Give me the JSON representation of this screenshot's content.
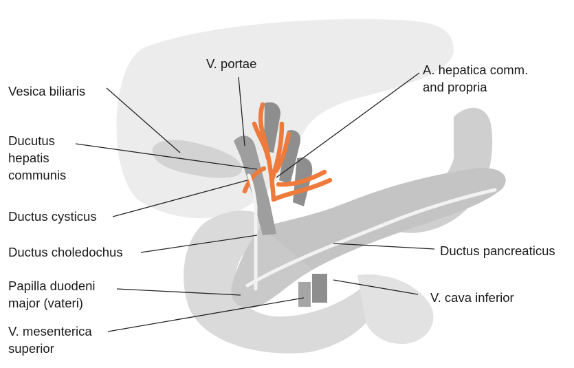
{
  "labels": {
    "v_portae": "V. portae",
    "a_hepatica_line1": "A. hepatica comm.",
    "a_hepatica_line2": "and propria",
    "vesica_biliaris": "Vesica biliaris",
    "ductus_hepatis_line1": "Ducutus",
    "ductus_hepatis_line2": "hepatis",
    "ductus_hepatis_line3": "communis",
    "ductus_cysticus": "Ductus cysticus",
    "ductus_choledochus": "Ductus choledochus",
    "ductus_pancreaticus": "Ductus pancreaticus",
    "papilla_line1": "Papilla duodeni",
    "papilla_line2": "major (vateri)",
    "v_cava_inferior": "V. cava inferior",
    "v_mesenterica_line1": "V. mesenterica",
    "v_mesenterica_line2": "superior"
  },
  "colors": {
    "liver": "#ececec",
    "duodenum": "#d7d7d7",
    "pancreas": "#c4c4c4",
    "vessels": "#9a9a9a",
    "artery": "#ee7b3b",
    "duct": "#f2f2f2",
    "leader": "#222222"
  }
}
